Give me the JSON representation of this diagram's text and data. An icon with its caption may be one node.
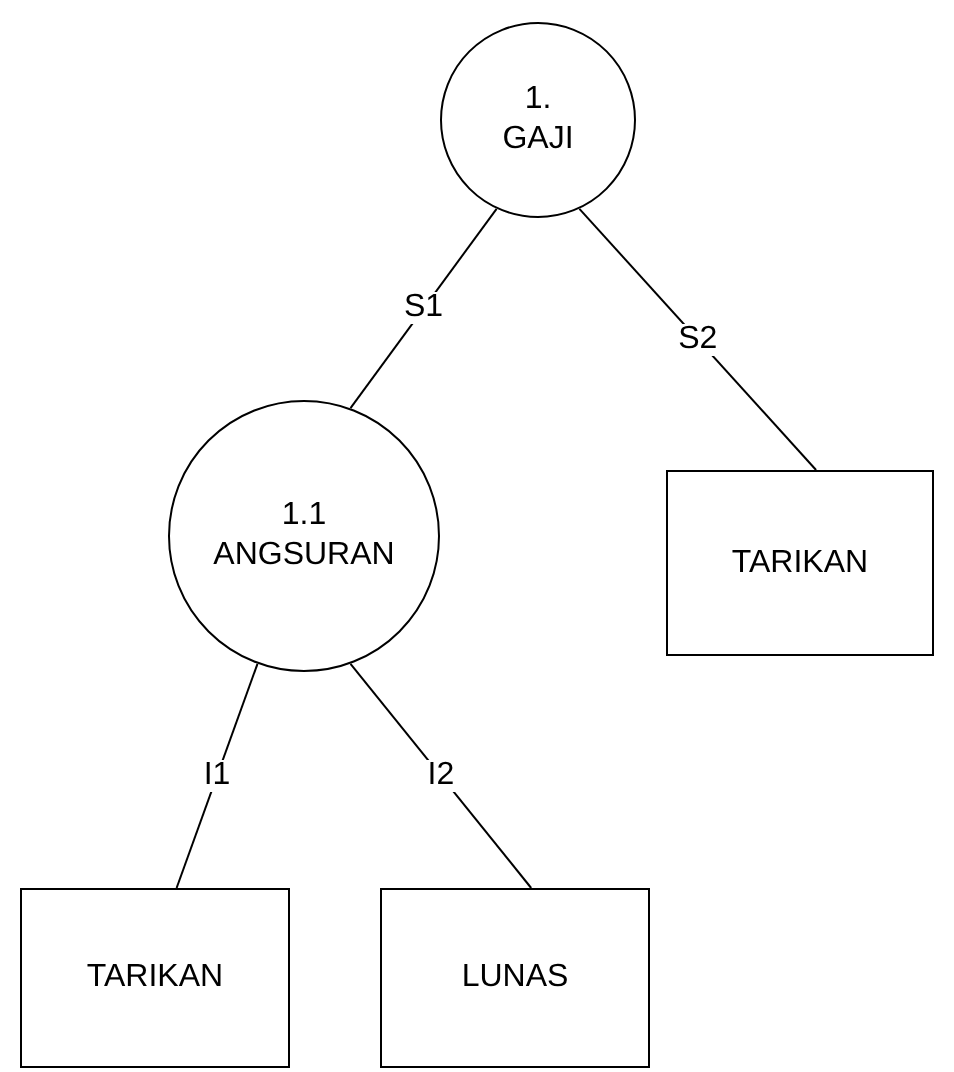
{
  "diagram": {
    "nodes": [
      {
        "text": [
          "1.",
          "GAJI"
        ]
      },
      {
        "text": [
          "1.1",
          "ANGSURAN"
        ]
      },
      {
        "text": [
          "TARIKAN"
        ]
      },
      {
        "text": [
          "TARIKAN"
        ]
      },
      {
        "text": [
          "LUNAS"
        ]
      }
    ],
    "edges": [
      {
        "from": 0,
        "to": 1,
        "arrow": "none",
        "label": "S1"
      },
      {
        "from": 0,
        "to": 2,
        "arrow": "none",
        "label": "S2"
      },
      {
        "from": 1,
        "to": 3,
        "arrow": "none",
        "label": "I1"
      },
      {
        "from": 1,
        "to": 4,
        "arrow": "none",
        "label": "I2"
      }
    ]
  }
}
